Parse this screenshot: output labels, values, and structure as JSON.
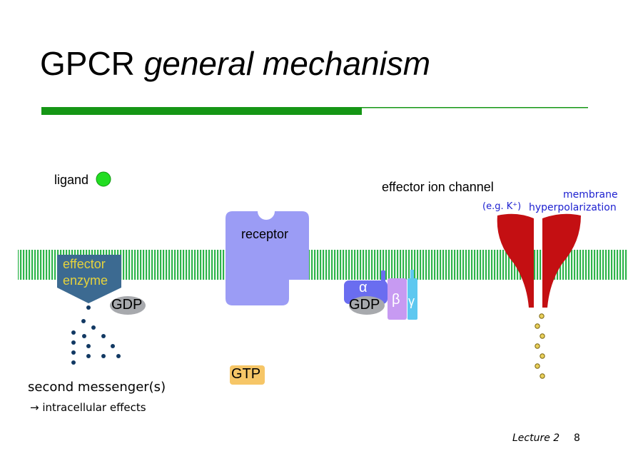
{
  "slide": {
    "title_main": "GPCR",
    "title_italic": "general mechanism",
    "footer_lecture": "Lecture 2",
    "footer_page": "8"
  },
  "diagram": {
    "ligand_label": "ligand",
    "effector_ion_channel_label": "effector ion channel",
    "membrane_label_line1": "membrane",
    "membrane_label_line2": "hyperpolarization",
    "ion_example_label": "(e.g. K⁺)",
    "receptor_label": "receptor",
    "effector_enzyme_line1": "effector",
    "effector_enzyme_line2": "enzyme",
    "gdp_left_label": "GDP",
    "gdp_right_label": "GDP",
    "gtp_label": "GTP",
    "alpha_label": "α",
    "beta_label": "β",
    "gamma_label": "γ",
    "second_messenger_label": "second messenger(s)",
    "intracellular_label": "→ intracellular effects"
  },
  "colors": {
    "title_bar": "#159615",
    "membrane": "#2db44a",
    "ligand": "#22dd22",
    "receptor": "#9b9cf5",
    "enzyme": "#3c6a91",
    "enzyme_text": "#e6d33c",
    "gdp": "#a7a9ad",
    "gtp": "#f6c667",
    "alpha": "#6a6df0",
    "beta": "#c79af2",
    "gamma": "#5ec8f0",
    "channel": "#c40f12",
    "ion": "#e8cf5a",
    "messenger_dots": "#123963",
    "membrane_text": "#1c1fd0"
  }
}
